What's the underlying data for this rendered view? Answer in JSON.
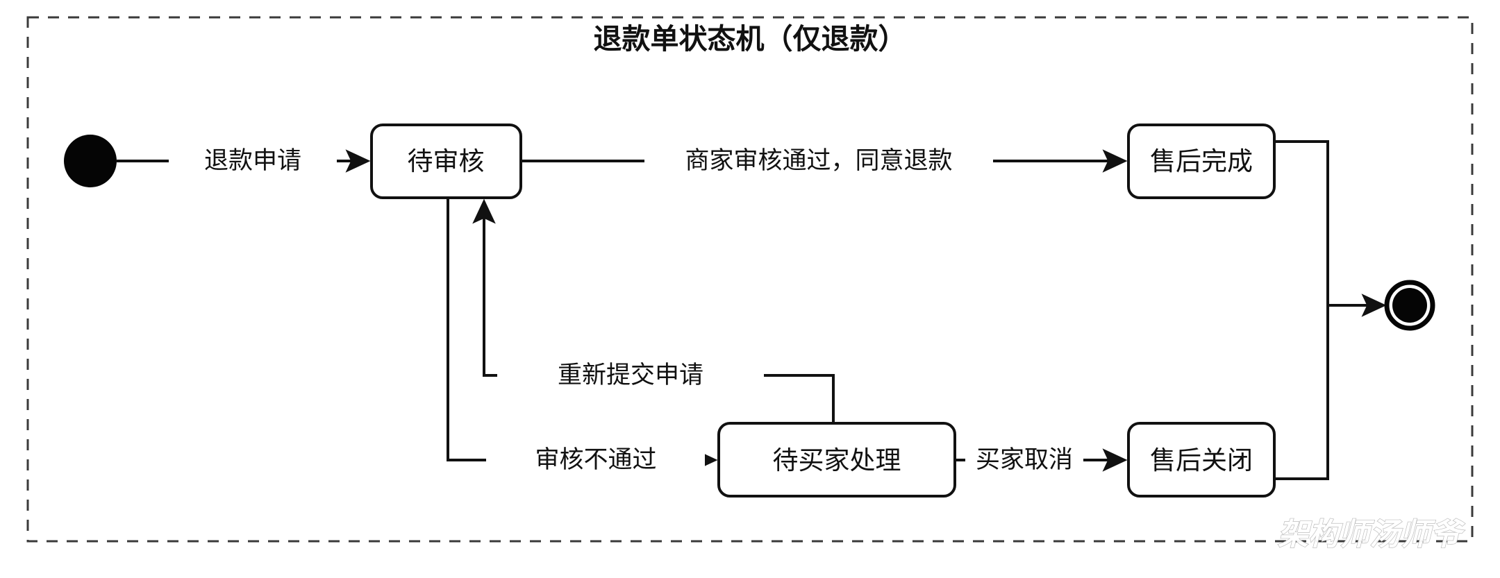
{
  "diagram": {
    "title": "退款单状态机（仅退款）",
    "watermark": "架构师汤师爷",
    "frame_style": "dashed",
    "border_color": "#3a3a3a",
    "node_color": "#111111",
    "background": "#ffffff"
  },
  "nodes": {
    "start": {
      "name": "start-node",
      "type": "initial"
    },
    "pending_review": {
      "label": "待审核"
    },
    "aftersale_done": {
      "label": "售后完成"
    },
    "pending_buyer": {
      "label": "待买家处理"
    },
    "aftersale_closed": {
      "label": "售后关闭"
    },
    "end": {
      "name": "end-node",
      "type": "final"
    }
  },
  "transitions": {
    "t1": {
      "label": "退款申请",
      "from": "start",
      "to": "待审核"
    },
    "t2": {
      "label": "商家审核通过，同意退款",
      "from": "待审核",
      "to": "售后完成"
    },
    "t3": {
      "label": "审核不通过",
      "from": "待审核",
      "to": "待买家处理"
    },
    "t4": {
      "label": "重新提交申请",
      "from": "待买家处理",
      "to": "待审核"
    },
    "t5": {
      "label": "买家取消",
      "from": "待买家处理",
      "to": "售后关闭"
    },
    "t6": {
      "label": "",
      "from": "售后完成",
      "to": "end"
    },
    "t7": {
      "label": "",
      "from": "售后关闭",
      "to": "end"
    }
  }
}
